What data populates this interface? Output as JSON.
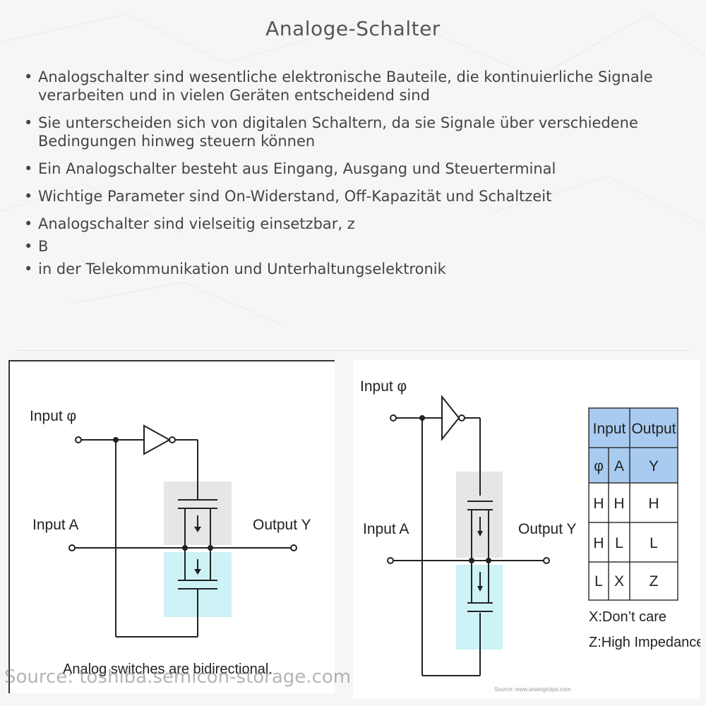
{
  "title": "Analoge-Schalter",
  "bullets": [
    "Analogschalter sind wesentliche elektronische Bauteile, die kontinuierliche Signale verarbeiten und in vielen Geräten entscheidend sind",
    "Sie unterscheiden sich von digitalen Schaltern, da sie Signale über verschiedene Bedingungen hinweg steuern können",
    "Ein Analogschalter besteht aus Eingang, Ausgang und Steuerterminal",
    "Wichtige Parameter sind On-Widerstand, Off-Kapazität und Schaltzeit",
    "Analogschalter sind vielseitig einsetzbar, z",
    "B",
    "in der Telekommunikation und Unterhaltungselektronik"
  ],
  "left_figure": {
    "input_phi": "Input φ",
    "input_a": "Input A",
    "output_y": "Output Y",
    "caption": "Analog switches are bidirectional."
  },
  "right_figure": {
    "input_phi": "Input φ",
    "input_a": "Input A",
    "output_y": "Output Y",
    "truth_table": {
      "group_headers": [
        "Input",
        "Output"
      ],
      "column_headers": [
        "φ",
        "A",
        "Y"
      ],
      "rows": [
        [
          "H",
          "H",
          "H"
        ],
        [
          "H",
          "L",
          "L"
        ],
        [
          "L",
          "X",
          "Z"
        ]
      ]
    },
    "notes": [
      "X:Don’t care",
      "Z:High Impedance"
    ],
    "source_small": "Source: www.analogictips.com"
  },
  "source_watermark": "Source: toshiba.semicon-storage.com",
  "colors": {
    "gray_region": "#e6e6e6",
    "cyan_region": "#cdf3f6",
    "table_header": "#a9cbf0",
    "text": "#444444"
  }
}
